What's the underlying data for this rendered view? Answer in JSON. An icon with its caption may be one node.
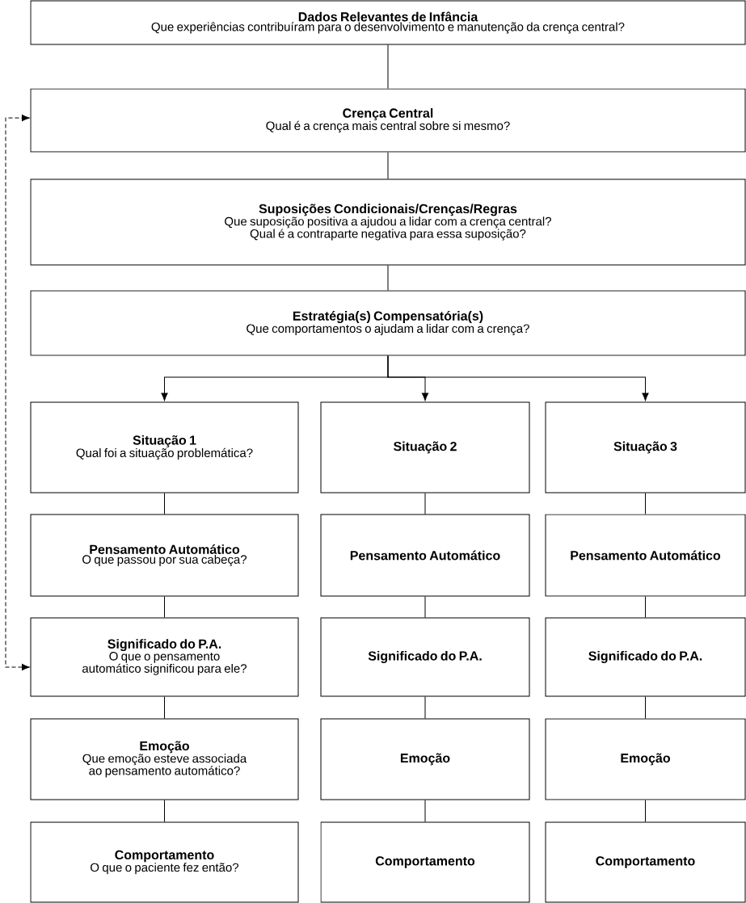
{
  "diagram": {
    "nodes": [
      {
        "text": [
          "Dados Relevantes de Infância",
          "Que experiências contribuíram para o desenvolvimento e manutenção da crença central?"
        ]
      },
      {
        "text": [
          "Crença Central",
          "Qual é a crença mais central sobre si mesmo?"
        ]
      },
      {
        "text": [
          "Suposições Condicionais/Crenças/Regras",
          "Que suposição positiva a ajudou a lidar com a crença central?",
          "Qual é a contraparte negativa para essa suposição?"
        ]
      },
      {
        "text": [
          "Estratégia(s) Compensatória(s)",
          "Que comportamentos o ajudam a lidar com a crença?"
        ]
      },
      {
        "text": [
          "Situação 1",
          "Qual foi a situação problemática?"
        ]
      },
      {
        "text": [
          "Situação 2"
        ]
      },
      {
        "text": [
          "Situação 3"
        ]
      },
      {
        "text": [
          "Pensamento Automático",
          "O que passou por sua cabeça?"
        ]
      },
      {
        "text": [
          "Pensamento Automático"
        ]
      },
      {
        "text": [
          "Pensamento Automático"
        ]
      },
      {
        "text": [
          "Significado do P.A.",
          "O que o pensamento automático significou para ele?"
        ]
      },
      {
        "text": [
          "Significado do P.A."
        ]
      },
      {
        "text": [
          "Significado do P.A."
        ]
      },
      {
        "text": [
          "Emoção",
          "Que emoção esteve associada ao pensamento automático?"
        ]
      },
      {
        "text": [
          "Emoção"
        ]
      },
      {
        "text": [
          "Emoção"
        ]
      },
      {
        "text": [
          "Comportamento",
          "O que o paciente fez então?"
        ]
      },
      {
        "text": [
          "Comportamento"
        ]
      },
      {
        "text": [
          "Comportamento"
        ]
      }
    ],
    "edges": [
      {
        "from": 0,
        "to": 1,
        "arrow": "none"
      },
      {
        "from": 1,
        "to": 2,
        "arrow": "none"
      },
      {
        "from": 2,
        "to": 3,
        "arrow": "none"
      },
      {
        "from": 3,
        "to": 4,
        "arrow": "to"
      },
      {
        "from": 3,
        "to": 5,
        "arrow": "to"
      },
      {
        "from": 3,
        "to": 6,
        "arrow": "to"
      },
      {
        "from": 4,
        "to": 7,
        "arrow": "none"
      },
      {
        "from": 7,
        "to": 10,
        "arrow": "none"
      },
      {
        "from": 10,
        "to": 13,
        "arrow": "none"
      },
      {
        "from": 13,
        "to": 16,
        "arrow": "none"
      },
      {
        "from": 5,
        "to": 8,
        "arrow": "none"
      },
      {
        "from": 8,
        "to": 11,
        "arrow": "none"
      },
      {
        "from": 11,
        "to": 14,
        "arrow": "none"
      },
      {
        "from": 14,
        "to": 17,
        "arrow": "none"
      },
      {
        "from": 6,
        "to": 9,
        "arrow": "none"
      },
      {
        "from": 9,
        "to": 12,
        "arrow": "none"
      },
      {
        "from": 12,
        "to": 15,
        "arrow": "none"
      },
      {
        "from": 15,
        "to": 18,
        "arrow": "none"
      },
      {
        "from": 10,
        "to": 1,
        "arrow": "both",
        "style": "dashed"
      }
    ]
  }
}
